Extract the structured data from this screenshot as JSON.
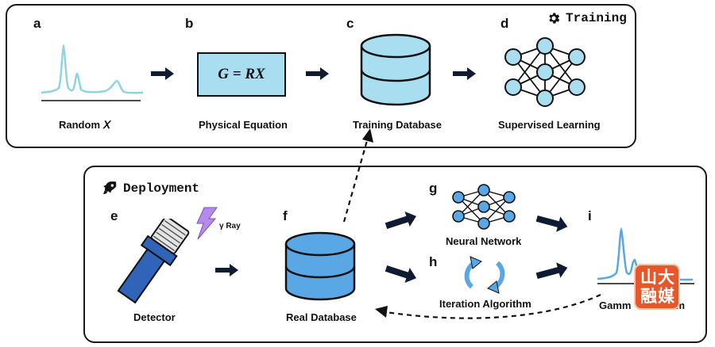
{
  "training": {
    "title": "Training",
    "a": {
      "letter": "a",
      "caption": "Random 𝑋"
    },
    "b": {
      "letter": "b",
      "caption": "Physical Equation",
      "equation": "G = RX"
    },
    "c": {
      "letter": "c",
      "caption": "Training Database"
    },
    "d": {
      "letter": "d",
      "caption": "Supervised Learning"
    }
  },
  "deployment": {
    "title": "Deployment",
    "e": {
      "letter": "e",
      "caption": "Detector",
      "ray_label": "γ Ray"
    },
    "f": {
      "letter": "f",
      "caption": "Real Database"
    },
    "g": {
      "letter": "g",
      "caption": "Neural Network"
    },
    "h": {
      "letter": "h",
      "caption": "Iteration Algorithm"
    },
    "i": {
      "letter": "i",
      "caption": "Gamm",
      "caption_tail": "m"
    }
  },
  "watermark": {
    "text": "山大融媒"
  },
  "colors": {
    "accent_blue": "#5aa7e6",
    "light_blue": "#a9ddf0",
    "dark_navy": "#0f1b33",
    "spectrum_teal": "#8fd3e3"
  }
}
